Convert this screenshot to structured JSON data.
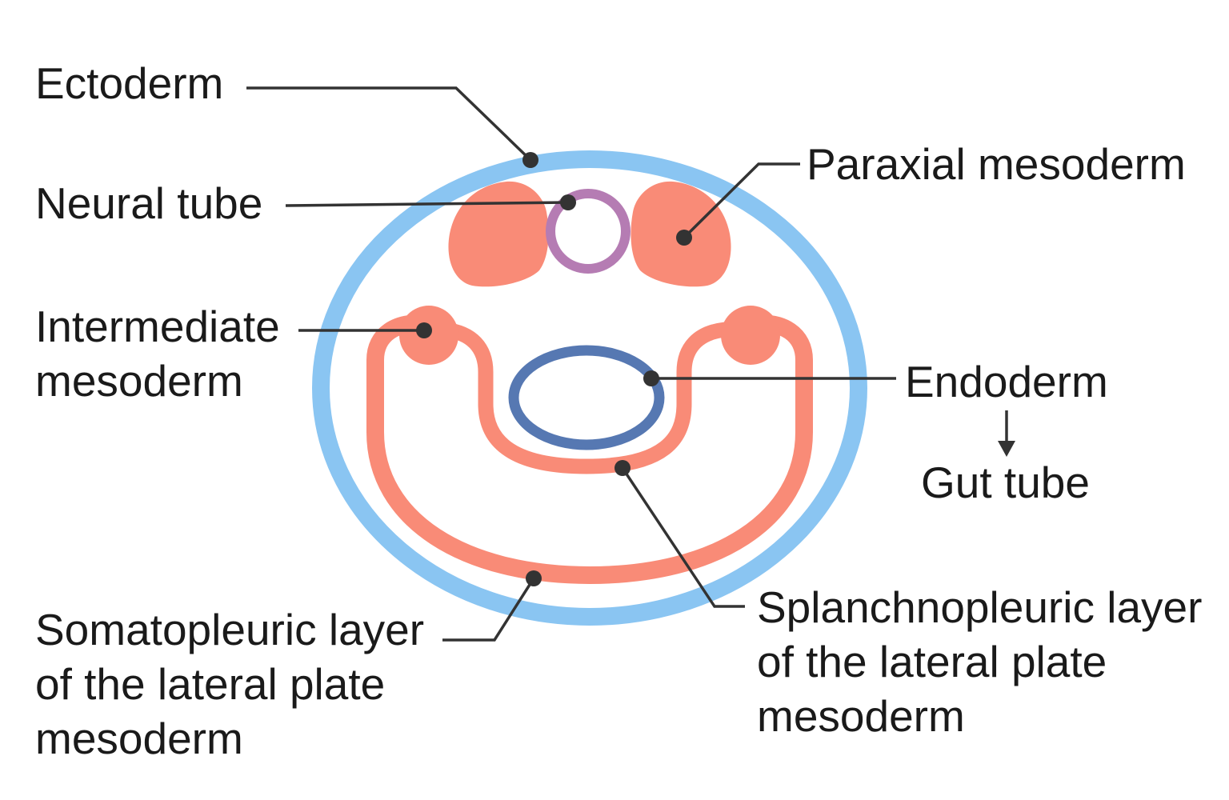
{
  "labels": {
    "ectoderm": {
      "text": "Ectoderm"
    },
    "neural_tube": {
      "text": "Neural tube"
    },
    "paraxial_mesoderm": {
      "text": "Paraxial mesoderm"
    },
    "intermediate_mesoderm": {
      "lines": [
        "Intermediate",
        "mesoderm"
      ]
    },
    "endoderm": {
      "text": "Endoderm"
    },
    "gut_tube": {
      "text": "Gut tube"
    },
    "somatopleuric": {
      "lines": [
        "Somatopleuric layer",
        "of the lateral plate",
        "mesoderm"
      ]
    },
    "splanchnopleuric": {
      "lines": [
        "Splanchnopleuric layer",
        "of the lateral plate",
        "mesoderm"
      ]
    }
  },
  "colors": {
    "background": "#ffffff",
    "label_text": "#1a1a1a",
    "leader_line": "#333333",
    "ectoderm_ring": "#8ac5f2",
    "mesoderm_salmon": "#f98b77",
    "neural_tube_ring": "#b57cb3",
    "endoderm_ring": "#5678b2"
  }
}
